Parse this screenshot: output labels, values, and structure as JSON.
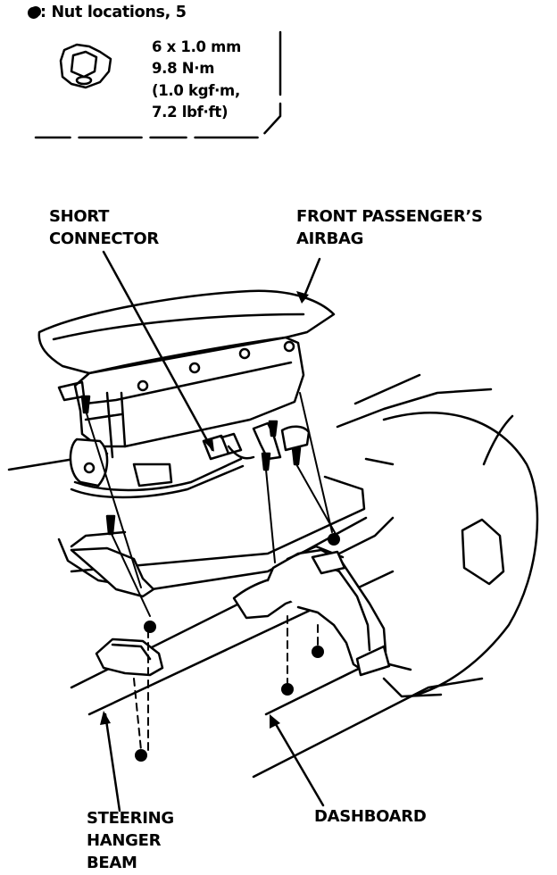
{
  "legend": {
    "title": "●: Nut locations, 5",
    "spec_lines": [
      "6 x 1.0 mm",
      "9.8 N·m",
      "(1.0 kgf·m,",
      "7.2 lbf·ft)"
    ]
  },
  "callouts": {
    "short_connector": [
      "SHORT",
      "CONNECTOR"
    ],
    "front_passenger_airbag": [
      "FRONT PASSENGER’S",
      "AIRBAG"
    ],
    "steering_hanger_beam": [
      "STEERING",
      "HANGER",
      "BEAM"
    ],
    "dashboard": [
      "DASHBOARD"
    ]
  },
  "colors": {
    "ink": "#000000",
    "paper": "#ffffff"
  }
}
